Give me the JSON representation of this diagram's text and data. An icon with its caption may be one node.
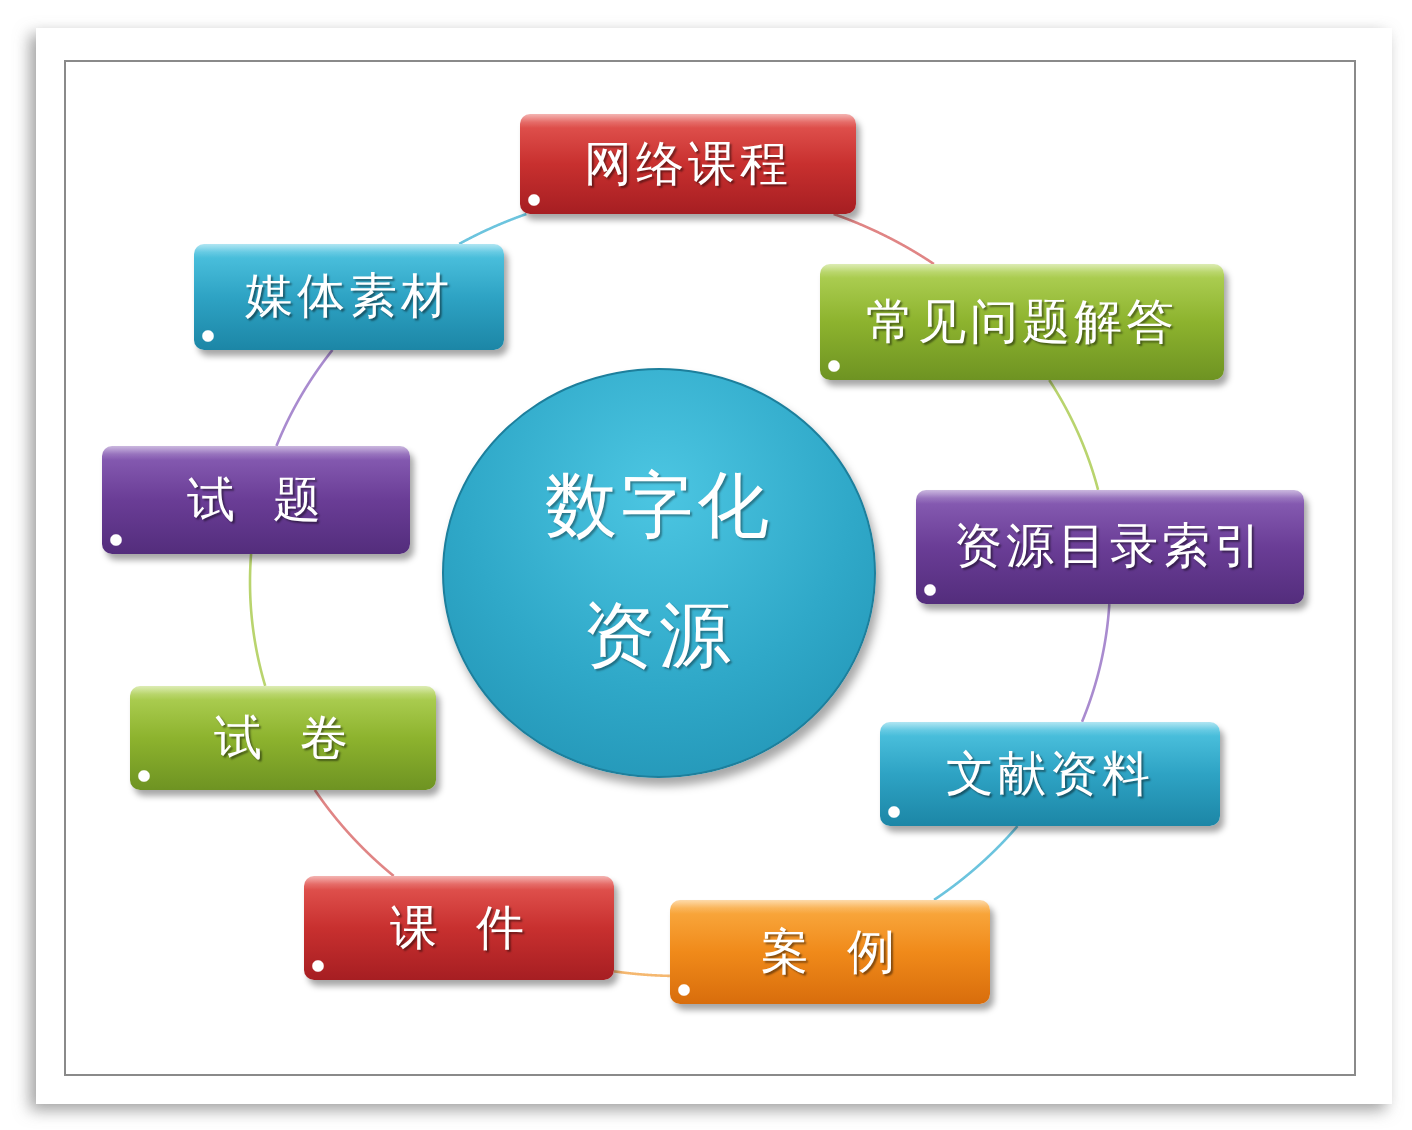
{
  "diagram": {
    "nodes": [
      {
        "text": [
          "数字化资源"
        ]
      },
      {
        "text": [
          "网络课程"
        ]
      },
      {
        "text": [
          "常见问题解答"
        ]
      },
      {
        "text": [
          "资源目录索引"
        ]
      },
      {
        "text": [
          "文献资料"
        ]
      },
      {
        "text": [
          "案 例"
        ]
      },
      {
        "text": [
          "课 件"
        ]
      },
      {
        "text": [
          "试 卷"
        ]
      },
      {
        "text": [
          "试 题"
        ]
      },
      {
        "text": [
          "媒体素材"
        ]
      }
    ],
    "edges": [
      {
        "from": 1,
        "to": 2,
        "arrow": "none",
        "color": "#e08585"
      },
      {
        "from": 2,
        "to": 3,
        "arrow": "none",
        "color": "#b9d46e"
      },
      {
        "from": 3,
        "to": 4,
        "arrow": "none",
        "color": "#a98bcf"
      },
      {
        "from": 4,
        "to": 5,
        "arrow": "none",
        "color": "#6cc4de"
      },
      {
        "from": 5,
        "to": 6,
        "arrow": "none",
        "color": "#f5b870"
      },
      {
        "from": 6,
        "to": 7,
        "arrow": "none",
        "color": "#e08585"
      },
      {
        "from": 7,
        "to": 8,
        "arrow": "none",
        "color": "#b9d46e"
      },
      {
        "from": 8,
        "to": 9,
        "arrow": "none",
        "color": "#a98bcf"
      },
      {
        "from": 9,
        "to": 1,
        "arrow": "none",
        "color": "#6cc4de"
      }
    ]
  }
}
